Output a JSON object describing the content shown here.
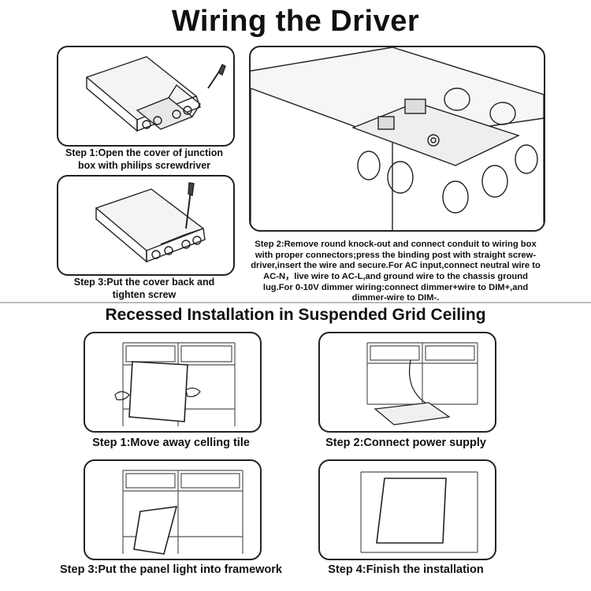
{
  "title": "Wiring the Driver",
  "driver_steps": {
    "step1": "Step 1:Open the cover of junction box with philips screwdriver",
    "step2": "Step 2:Remove round knock-out and connect conduit to wiring box with proper connectors;press the binding post with straight screw-driver,insert the wire and secure.For AC input,connect neutral wire to AC-N，live wire to AC-L,and ground wire to the chassis ground lug.For 0-10V dimmer wiring:connect dimmer+wire to DIM+,and dimmer-wire to DIM-.",
    "step3": "Step 3:Put the cover back and tighten screw"
  },
  "section_title": "Recessed Installation in Suspended Grid Ceiling",
  "ceiling_steps": {
    "step1": "Step 1:Move away celling tile",
    "step2": "Step 2:Connect power supply",
    "step3": "Step 3:Put the panel light into framework",
    "step4": "Step 4:Finish the installation"
  }
}
